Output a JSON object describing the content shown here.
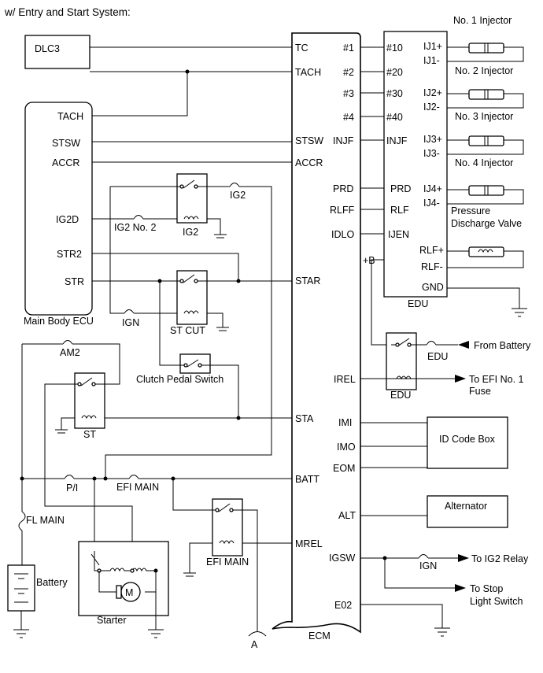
{
  "header": {
    "title": "w/ Entry and Start System:"
  },
  "components": {
    "dlc3": "DLC3",
    "main_body_ecu": "Main Body ECU",
    "ecm": "ECM",
    "edu": "EDU",
    "edu_relay": "EDU",
    "id_code_box": "ID Code Box",
    "alternator": "Alternator",
    "starter": "Starter",
    "battery": "Battery",
    "motor": "M",
    "clutch_pedal_switch": "Clutch Pedal Switch"
  },
  "relays": {
    "ig2": "IG2",
    "st_cut": "ST CUT",
    "st": "ST",
    "efi_main": "EFI MAIN"
  },
  "fuses": {
    "ig2_top": "IG2",
    "ig2_no2": "IG2 No. 2",
    "ign_left": "IGN",
    "am2": "AM2",
    "pi": "P/I",
    "efi_main": "EFI MAIN",
    "fl_main": "FL MAIN",
    "edu_fuse": "EDU",
    "ign_right": "IGN"
  },
  "main_body_pins": {
    "tach": "TACH",
    "stsw": "STSW",
    "accr": "ACCR",
    "ig2d": "IG2D",
    "str2": "STR2",
    "str": "STR"
  },
  "ecm_pins_left": {
    "tc": "TC",
    "tach": "TACH",
    "stsw": "STSW",
    "accr": "ACCR",
    "star": "STAR",
    "sta": "STA",
    "batt": "BATT",
    "mrel": "MREL"
  },
  "ecm_pins_right": {
    "p1": "#1",
    "p2": "#2",
    "p3": "#3",
    "p4": "#4",
    "injf": "INJF",
    "prd": "PRD",
    "rlff": "RLFF",
    "idlo": "IDLO",
    "plus_b": "+B",
    "irel": "IREL",
    "imi": "IMI",
    "imo": "IMO",
    "eom": "EOM",
    "alt": "ALT",
    "igsw": "IGSW",
    "e02": "E02"
  },
  "edu_pins_left": {
    "p10": "#10",
    "p20": "#20",
    "p30": "#30",
    "p40": "#40",
    "injf": "INJF",
    "prd": "PRD",
    "rlf": "RLF",
    "ijen": "IJEN"
  },
  "edu_pins_right": {
    "ij1p": "IJ1+",
    "ij1m": "IJ1-",
    "ij2p": "IJ2+",
    "ij2m": "IJ2-",
    "ij3p": "IJ3+",
    "ij3m": "IJ3-",
    "ij4p": "IJ4+",
    "ij4m": "IJ4-",
    "rlfp": "RLF+",
    "rlfm": "RLF-",
    "gnd": "GND"
  },
  "injectors": {
    "no1": "No. 1 Injector",
    "no2": "No. 2 Injector",
    "no3": "No. 3 Injector",
    "no4": "No. 4 Injector",
    "pressure_1": "Pressure",
    "pressure_2": "Discharge Valve"
  },
  "destinations": {
    "from_battery": "From Battery",
    "efi_no1_1": "To EFI No. 1",
    "efi_no1_2": "Fuse",
    "ig2_relay": "To IG2 Relay",
    "stop_light_1": "To Stop",
    "stop_light_2": "Light Switch"
  },
  "connector_a": "A"
}
